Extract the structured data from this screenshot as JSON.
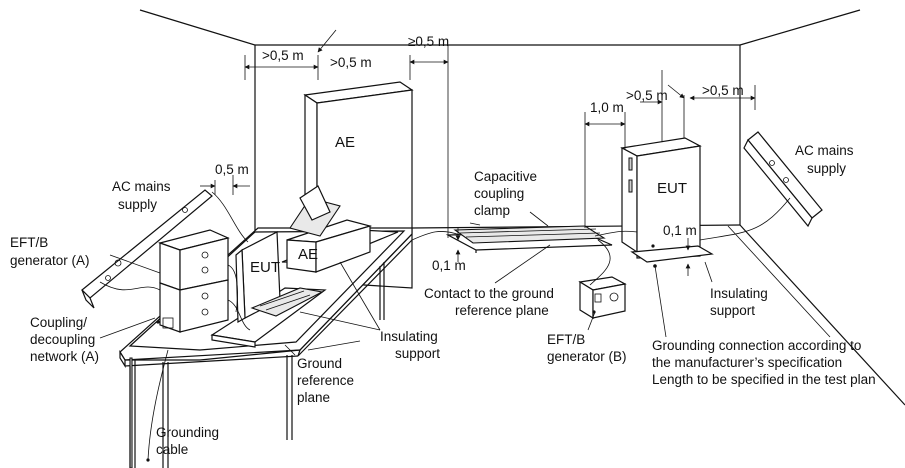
{
  "dimensions": {
    "ae_side_left": ">0,5 m",
    "ae_side_right": ">0,5 m",
    "ae_to_clamp": "≥0,5 m",
    "ac_left": "0,5 m",
    "clamp_to_eut": "1,0 m",
    "eut_side": ">0,5 m",
    "eut_to_ac": ">0,5 m",
    "clamp_height": "0,1 m",
    "eut_support_height": "0,1 m"
  },
  "labels": {
    "ae": "AE",
    "ae_small": "AE",
    "eut_right": "EUT",
    "eut_left": "EUT",
    "ac_left": [
      "AC mains",
      "supply"
    ],
    "ac_right": [
      "AC mains",
      "supply"
    ],
    "eft_a": [
      "EFT/B",
      "generator (A)"
    ],
    "cdn_a": [
      "Coupling/",
      "decoupling",
      "network (A)"
    ],
    "clamp": [
      "Capacitive",
      "coupling",
      "clamp"
    ],
    "contact": [
      "Contact to the ground",
      "reference plane"
    ],
    "eft_b": [
      "EFT/B",
      "generator (B)"
    ],
    "ins_support_right": [
      "Insulating",
      "support"
    ],
    "ins_support_left": [
      "Insulating",
      "support"
    ],
    "ground_plane": [
      "Ground",
      "reference",
      "plane"
    ],
    "grounding_conn": [
      "Grounding connection according to",
      "the manufacturer’s specification",
      "Length to be specified in the test plan"
    ],
    "grounding_cable": [
      "Grounding",
      "cable"
    ]
  }
}
